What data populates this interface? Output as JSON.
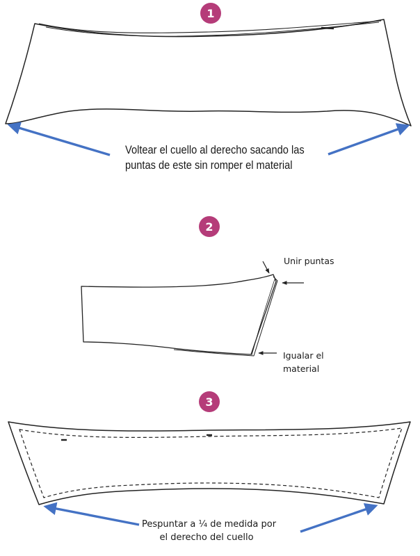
{
  "colors": {
    "badge": "#b53c79",
    "arrow": "#4472c4",
    "line": "#222222"
  },
  "steps": [
    {
      "number": "1",
      "note_lines": [
        "Voltear el cuello al derecho sacando las",
        "puntas de este sin romper  el material"
      ]
    },
    {
      "number": "2",
      "note_top": "Unir puntas",
      "note_bottom_lines": [
        "Igualar el",
        "material"
      ]
    },
    {
      "number": "3",
      "note_lines": [
        "Pespuntar a ¼ de medida por",
        "el derecho del cuello"
      ]
    }
  ]
}
